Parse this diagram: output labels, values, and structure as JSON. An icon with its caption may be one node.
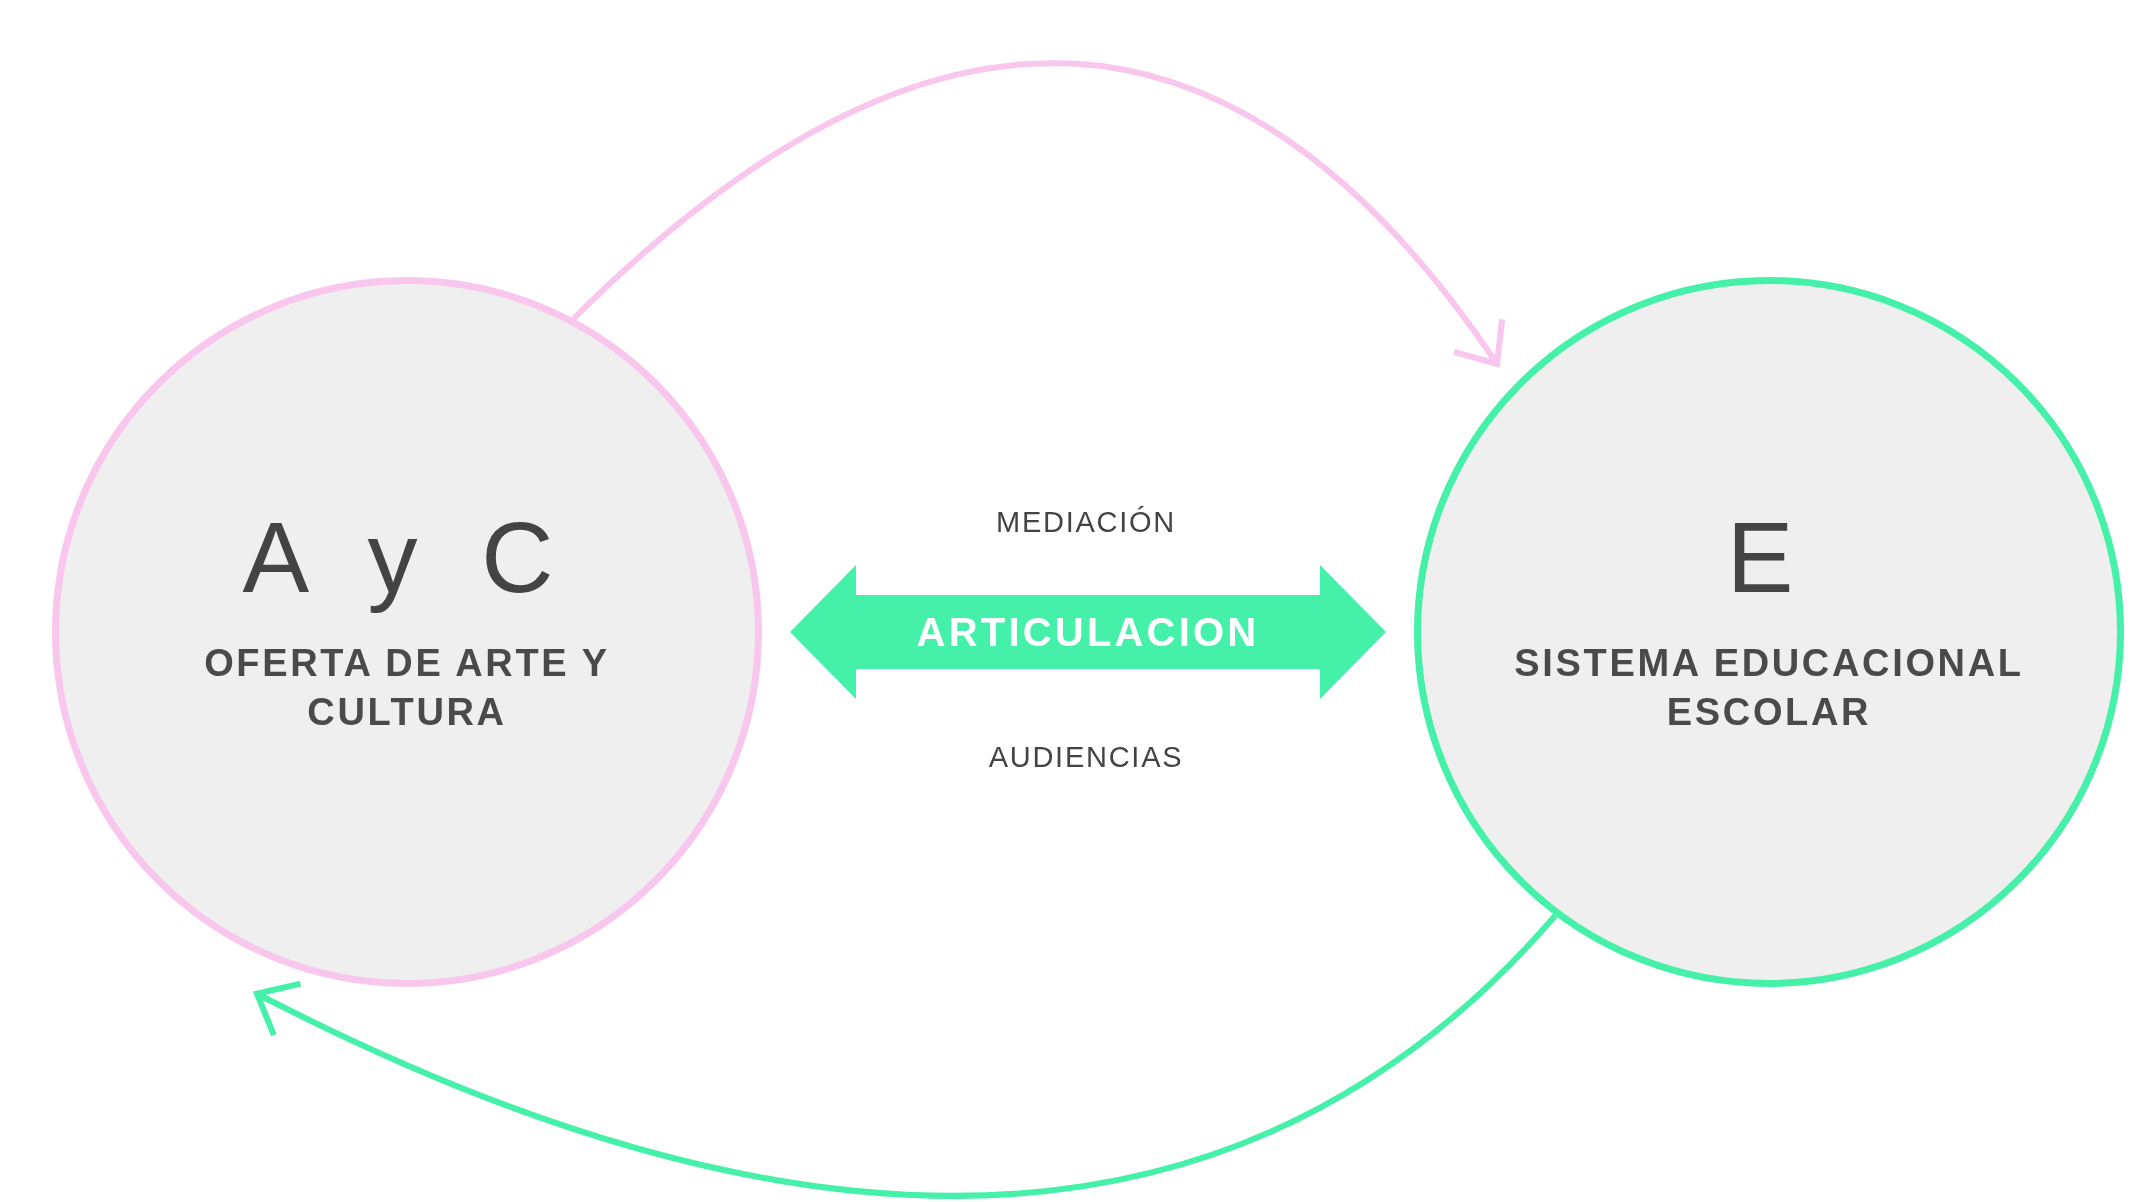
{
  "diagram": {
    "nodes": [
      {
        "text": [
          "A y C",
          "OFERTA DE ARTE Y CULTURA"
        ]
      },
      {
        "text": [
          "E",
          "SISTEMA EDUCACIONAL ESCOLAR"
        ]
      }
    ],
    "edges": [
      {
        "from": 0,
        "to": 1,
        "arrow": "to",
        "color": "#f9c6ee"
      },
      {
        "from": 1,
        "to": 0,
        "arrow": "to",
        "color": "#45f0a8"
      },
      {
        "from": 0,
        "to": 1,
        "arrow": "both",
        "label": "ARTICULACION",
        "style": "thick",
        "color": "#45f0a8"
      }
    ],
    "labels": [
      "MEDIACIÓN",
      "AUDIENCIAS"
    ]
  }
}
